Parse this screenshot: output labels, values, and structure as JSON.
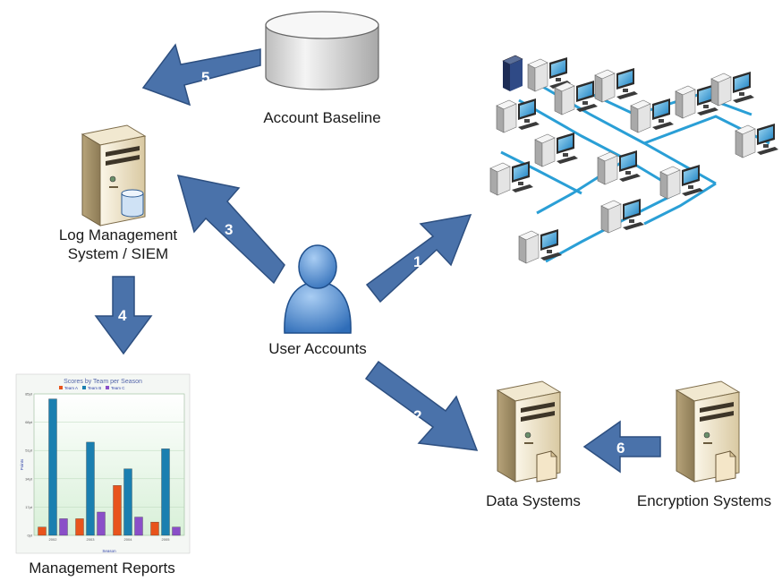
{
  "nodes": {
    "account_baseline": "Account Baseline",
    "log_management_line1": "Log Management",
    "log_management_line2": "System / SIEM",
    "user_accounts": "User Accounts",
    "management_reports": "Management Reports",
    "data_systems": "Data Systems",
    "encryption_systems": "Encryption Systems"
  },
  "arrows": [
    {
      "number": "1",
      "from": "User Accounts",
      "to": "Network"
    },
    {
      "number": "2",
      "from": "User Accounts",
      "to": "Data Systems"
    },
    {
      "number": "3",
      "from": "User Accounts",
      "to": "Log Management System / SIEM"
    },
    {
      "number": "4",
      "from": "Log Management System / SIEM",
      "to": "Management Reports"
    },
    {
      "number": "5",
      "from": "Account Baseline",
      "to": "Log Management System / SIEM"
    },
    {
      "number": "6",
      "from": "Encryption Systems",
      "to": "Data Systems"
    }
  ],
  "colors": {
    "arrow_fill": "#4a72aa",
    "arrow_stroke": "#2d4f80",
    "server_beige": "#e8dcc0",
    "user_blue": "#5b8fd0",
    "cable_blue": "#2a9fd6"
  },
  "report_thumbnail": {
    "title": "Scores by Team per Season",
    "legend": [
      "Team A",
      "Team B",
      "Team C"
    ],
    "ylabel": "Points",
    "xlabel": "Season",
    "categories": [
      "2002",
      "2003",
      "2004",
      "2005"
    ],
    "y_ticks": [
      "0pt",
      "17pt",
      "34pt",
      "51pt",
      "68pt",
      "85pt"
    ]
  },
  "chart_data": {
    "type": "bar",
    "title": "Scores by Team per Season",
    "xlabel": "Season",
    "ylabel": "Points",
    "categories": [
      "2002",
      "2003",
      "2004",
      "2005"
    ],
    "ylim": [
      0,
      85
    ],
    "series": [
      {
        "name": "Team A",
        "values": [
          5,
          10,
          30,
          8
        ],
        "color": "#e8541c"
      },
      {
        "name": "Team B",
        "values": [
          82,
          56,
          40,
          52
        ],
        "color": "#1a7fb0"
      },
      {
        "name": "Team C",
        "values": [
          10,
          14,
          11,
          5
        ],
        "color": "#8a4fc8"
      }
    ],
    "grid": true,
    "legend_position": "top"
  }
}
